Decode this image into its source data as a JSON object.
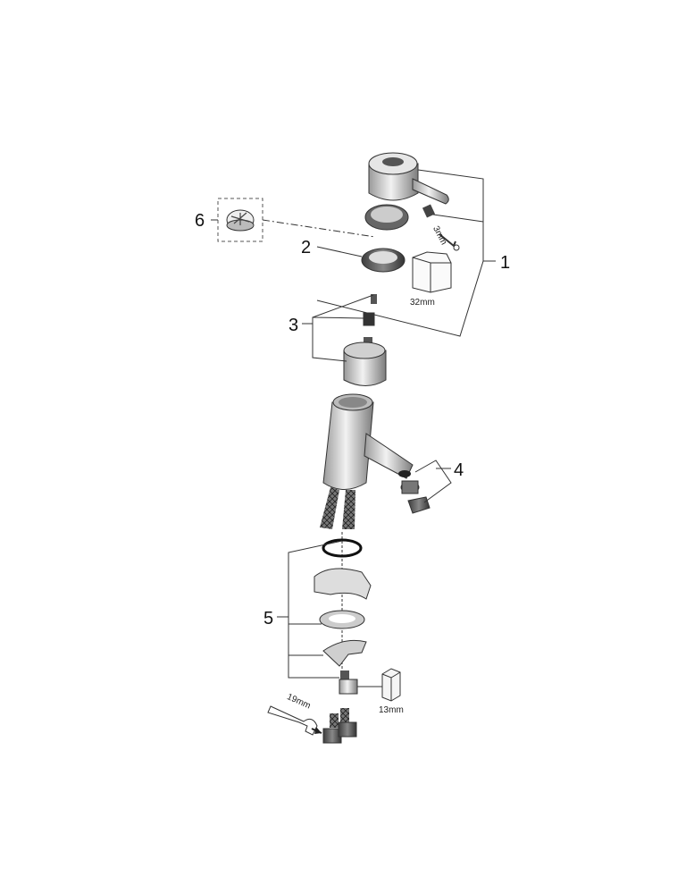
{
  "callouts": {
    "c1": "1",
    "c2": "2",
    "c3": "3",
    "c4": "4",
    "c5": "5",
    "c6": "6"
  },
  "dimensions": {
    "hex_key": "3mm",
    "cartridge_nut": "32mm",
    "fitting_nut": "13mm",
    "wrench": "19mm"
  },
  "colors": {
    "line": "#333333",
    "dark_part": "#555555",
    "light_part": "#d9d9d9",
    "o_ring": "#111111"
  }
}
